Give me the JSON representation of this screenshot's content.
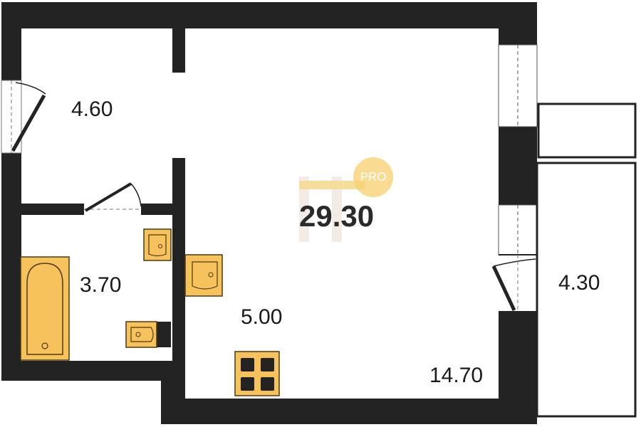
{
  "plan": {
    "total_area": "29.30",
    "badge": "PRO",
    "rooms": [
      {
        "id": "hallway",
        "area": "4.60"
      },
      {
        "id": "bathroom",
        "area": "3.70"
      },
      {
        "id": "kitchen",
        "area": "5.00"
      },
      {
        "id": "living",
        "area": "14.70"
      },
      {
        "id": "balcony",
        "area": "4.30"
      }
    ]
  },
  "colors": {
    "wall": "#232323",
    "fixture": "#f7c25c",
    "fixture_outline": "#4a3a10",
    "watermark": "#f0c24d"
  }
}
